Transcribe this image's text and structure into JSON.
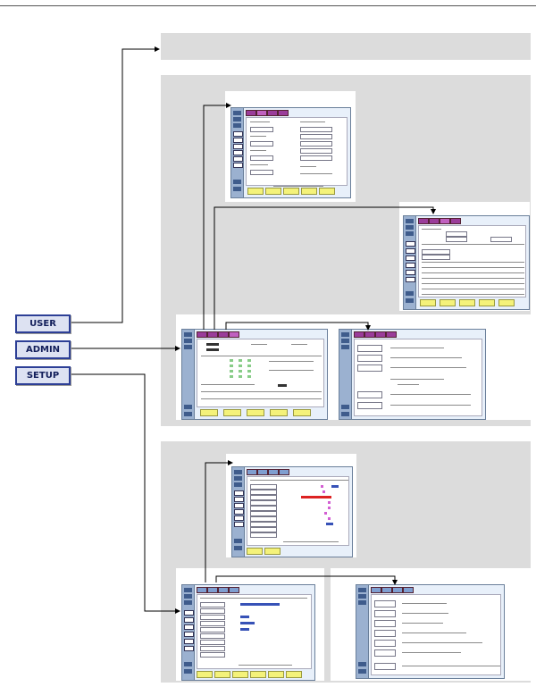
{
  "buttons": {
    "user": "USER",
    "admin": "ADMIN",
    "setup": "SETUP"
  },
  "colors": {
    "panel": "#dcdcdc",
    "button_border": "#2d3f96",
    "button_fill": "#dde2f2",
    "tab_purple": "#9a3c9a",
    "sidebar_blue": "#9bb1d0",
    "soft_button_yellow": "#f4f27a"
  },
  "icons": [
    "arrow-head-icon"
  ]
}
